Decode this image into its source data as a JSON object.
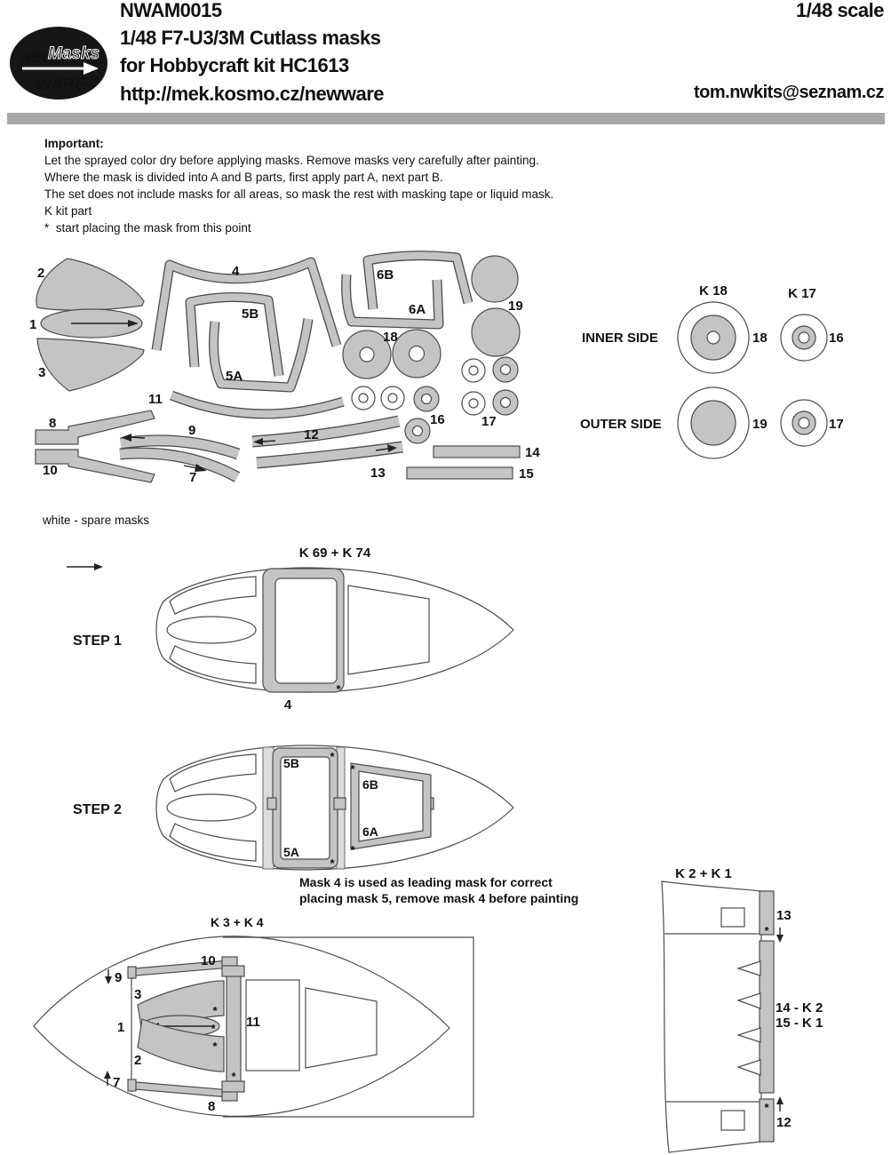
{
  "header": {
    "logo_new": "NEW",
    "logo_masks": "Masks",
    "logo_ware": "WARE",
    "code": "NWAM0015",
    "title1": "1/48 F7-U3/3M Cutlass masks",
    "title2": "for Hobbycraft kit HC1613",
    "url": "http://mek.kosmo.cz/newware",
    "scale": "1/48 scale",
    "email": "tom.nwkits@seznam.cz"
  },
  "important": {
    "heading": "Important:",
    "l1": "Let the sprayed color dry before applying masks. Remove masks very carefully after painting.",
    "l2": "Where the mask is divided into A and B parts, first apply part A, next part B.",
    "l3": "The set does not include masks for all areas, so mask the rest with masking tape or liquid mask.",
    "l4": "K kit part",
    "l5": "*  start placing the mask from this point"
  },
  "spare_note": "white - spare masks",
  "sheet": {
    "m1": "1",
    "m2": "2",
    "m3": "3",
    "m4": "4",
    "m5a": "5A",
    "m5b": "5B",
    "m6a": "6A",
    "m6b": "6B",
    "m7": "7",
    "m8": "8",
    "m9": "9",
    "m10": "10",
    "m11": "11",
    "m12": "12",
    "m13": "13",
    "m14": "14",
    "m15": "15",
    "m16": "16",
    "m17": "17",
    "m18": "18",
    "m19": "19"
  },
  "side_panel": {
    "k18": "K 18",
    "k17": "K 17",
    "inner": "INNER SIDE",
    "outer": "OUTER SIDE",
    "n18": "18",
    "n16": "16",
    "n19": "19",
    "n17": "17"
  },
  "step1": {
    "label": "STEP 1",
    "kit": "K 69 + K 74",
    "m4": "4"
  },
  "step2": {
    "label": "STEP 2",
    "m5b": "5B",
    "m5a": "5A",
    "m6b": "6B",
    "m6a": "6A"
  },
  "note": {
    "line1": "Mask 4 is used as leading mask for correct",
    "line2": "placing mask 5, remove mask 4 before painting"
  },
  "bottom_left": {
    "title": "K 3 + K 4",
    "m1": "1",
    "m2": "2",
    "m3": "3",
    "m7": "7",
    "m8": "8",
    "m9": "9",
    "m10": "10",
    "m11": "11"
  },
  "bottom_right": {
    "title": "K 2 + K 1",
    "m12": "12",
    "m13": "13",
    "line14": "14 - K 2",
    "line15": "15 - K 1"
  },
  "symbols": {
    "asterisk": "*"
  }
}
